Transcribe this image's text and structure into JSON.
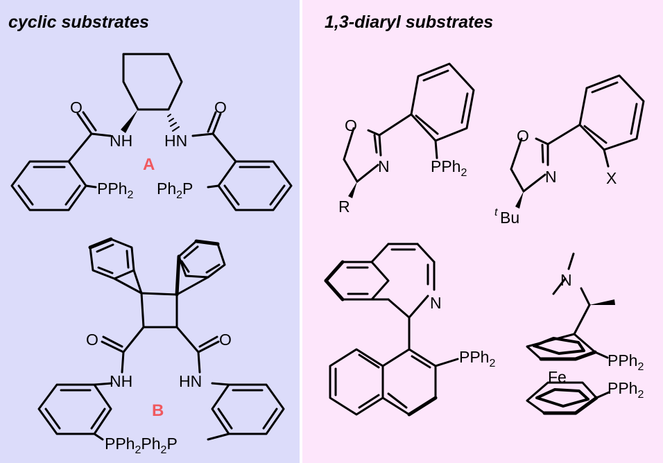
{
  "colors": {
    "left_bg": "#dcdcfa",
    "right_bg": "#fde6fb",
    "divider": "#ffffff",
    "compound_label": "#f0595f"
  },
  "left_panel": {
    "title": "cyclic substrates",
    "compound_A": {
      "label": "A",
      "carbonyl_O": "O",
      "amide_left": "NH",
      "amide_right": "HN",
      "phos_left": "PPh2",
      "phos_right": "Ph2P"
    },
    "compound_B": {
      "label": "B",
      "carbonyl_O": "O",
      "amide_left": "NH",
      "amide_right": "HN",
      "phos": "PPh2Ph2P"
    }
  },
  "right_panel": {
    "title": "1,3-diaryl substrates",
    "oxazoline_1": {
      "ring_O": "O",
      "ring_N": "N",
      "phos": "PPh2",
      "substituent": "R"
    },
    "oxazoline_2": {
      "ring_O": "O",
      "ring_N": "N",
      "aryl_sub": "X",
      "tbu_sup": "t",
      "tbu_base": "Bu"
    },
    "quinap": {
      "ring_N": "N",
      "phos": "PPh2"
    },
    "ferrocene": {
      "amine_N": "N",
      "metal": "Fe",
      "phos_top": "PPh2",
      "phos_bottom": "PPh2"
    }
  }
}
